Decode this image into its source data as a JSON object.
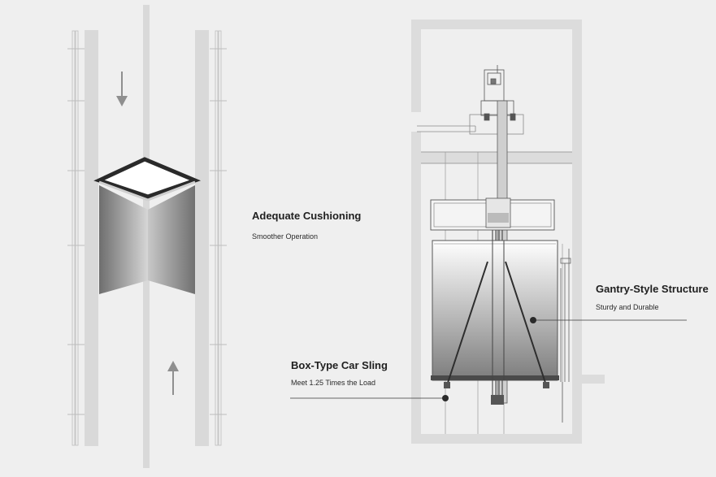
{
  "colors": {
    "background": "#efefef",
    "rail": "#d9d9d9",
    "shaft_wall": "#dcdcdc",
    "line": "#3a3a3a",
    "arrow": "#8f8f8f"
  },
  "labels": {
    "cushioning": {
      "title": "Adequate Cushioning",
      "subtitle": "Smoother Operation"
    },
    "gantry": {
      "title": "Gantry-Style Structure",
      "subtitle": "Sturdy and Durable"
    },
    "sling": {
      "title": "Box-Type Car Sling",
      "subtitle": "Meet 1.25 Times the Load"
    }
  },
  "icons": {
    "down_arrow": "arrow-down-icon",
    "up_arrow": "arrow-up-icon",
    "callout_dot": "callout-dot-icon"
  }
}
